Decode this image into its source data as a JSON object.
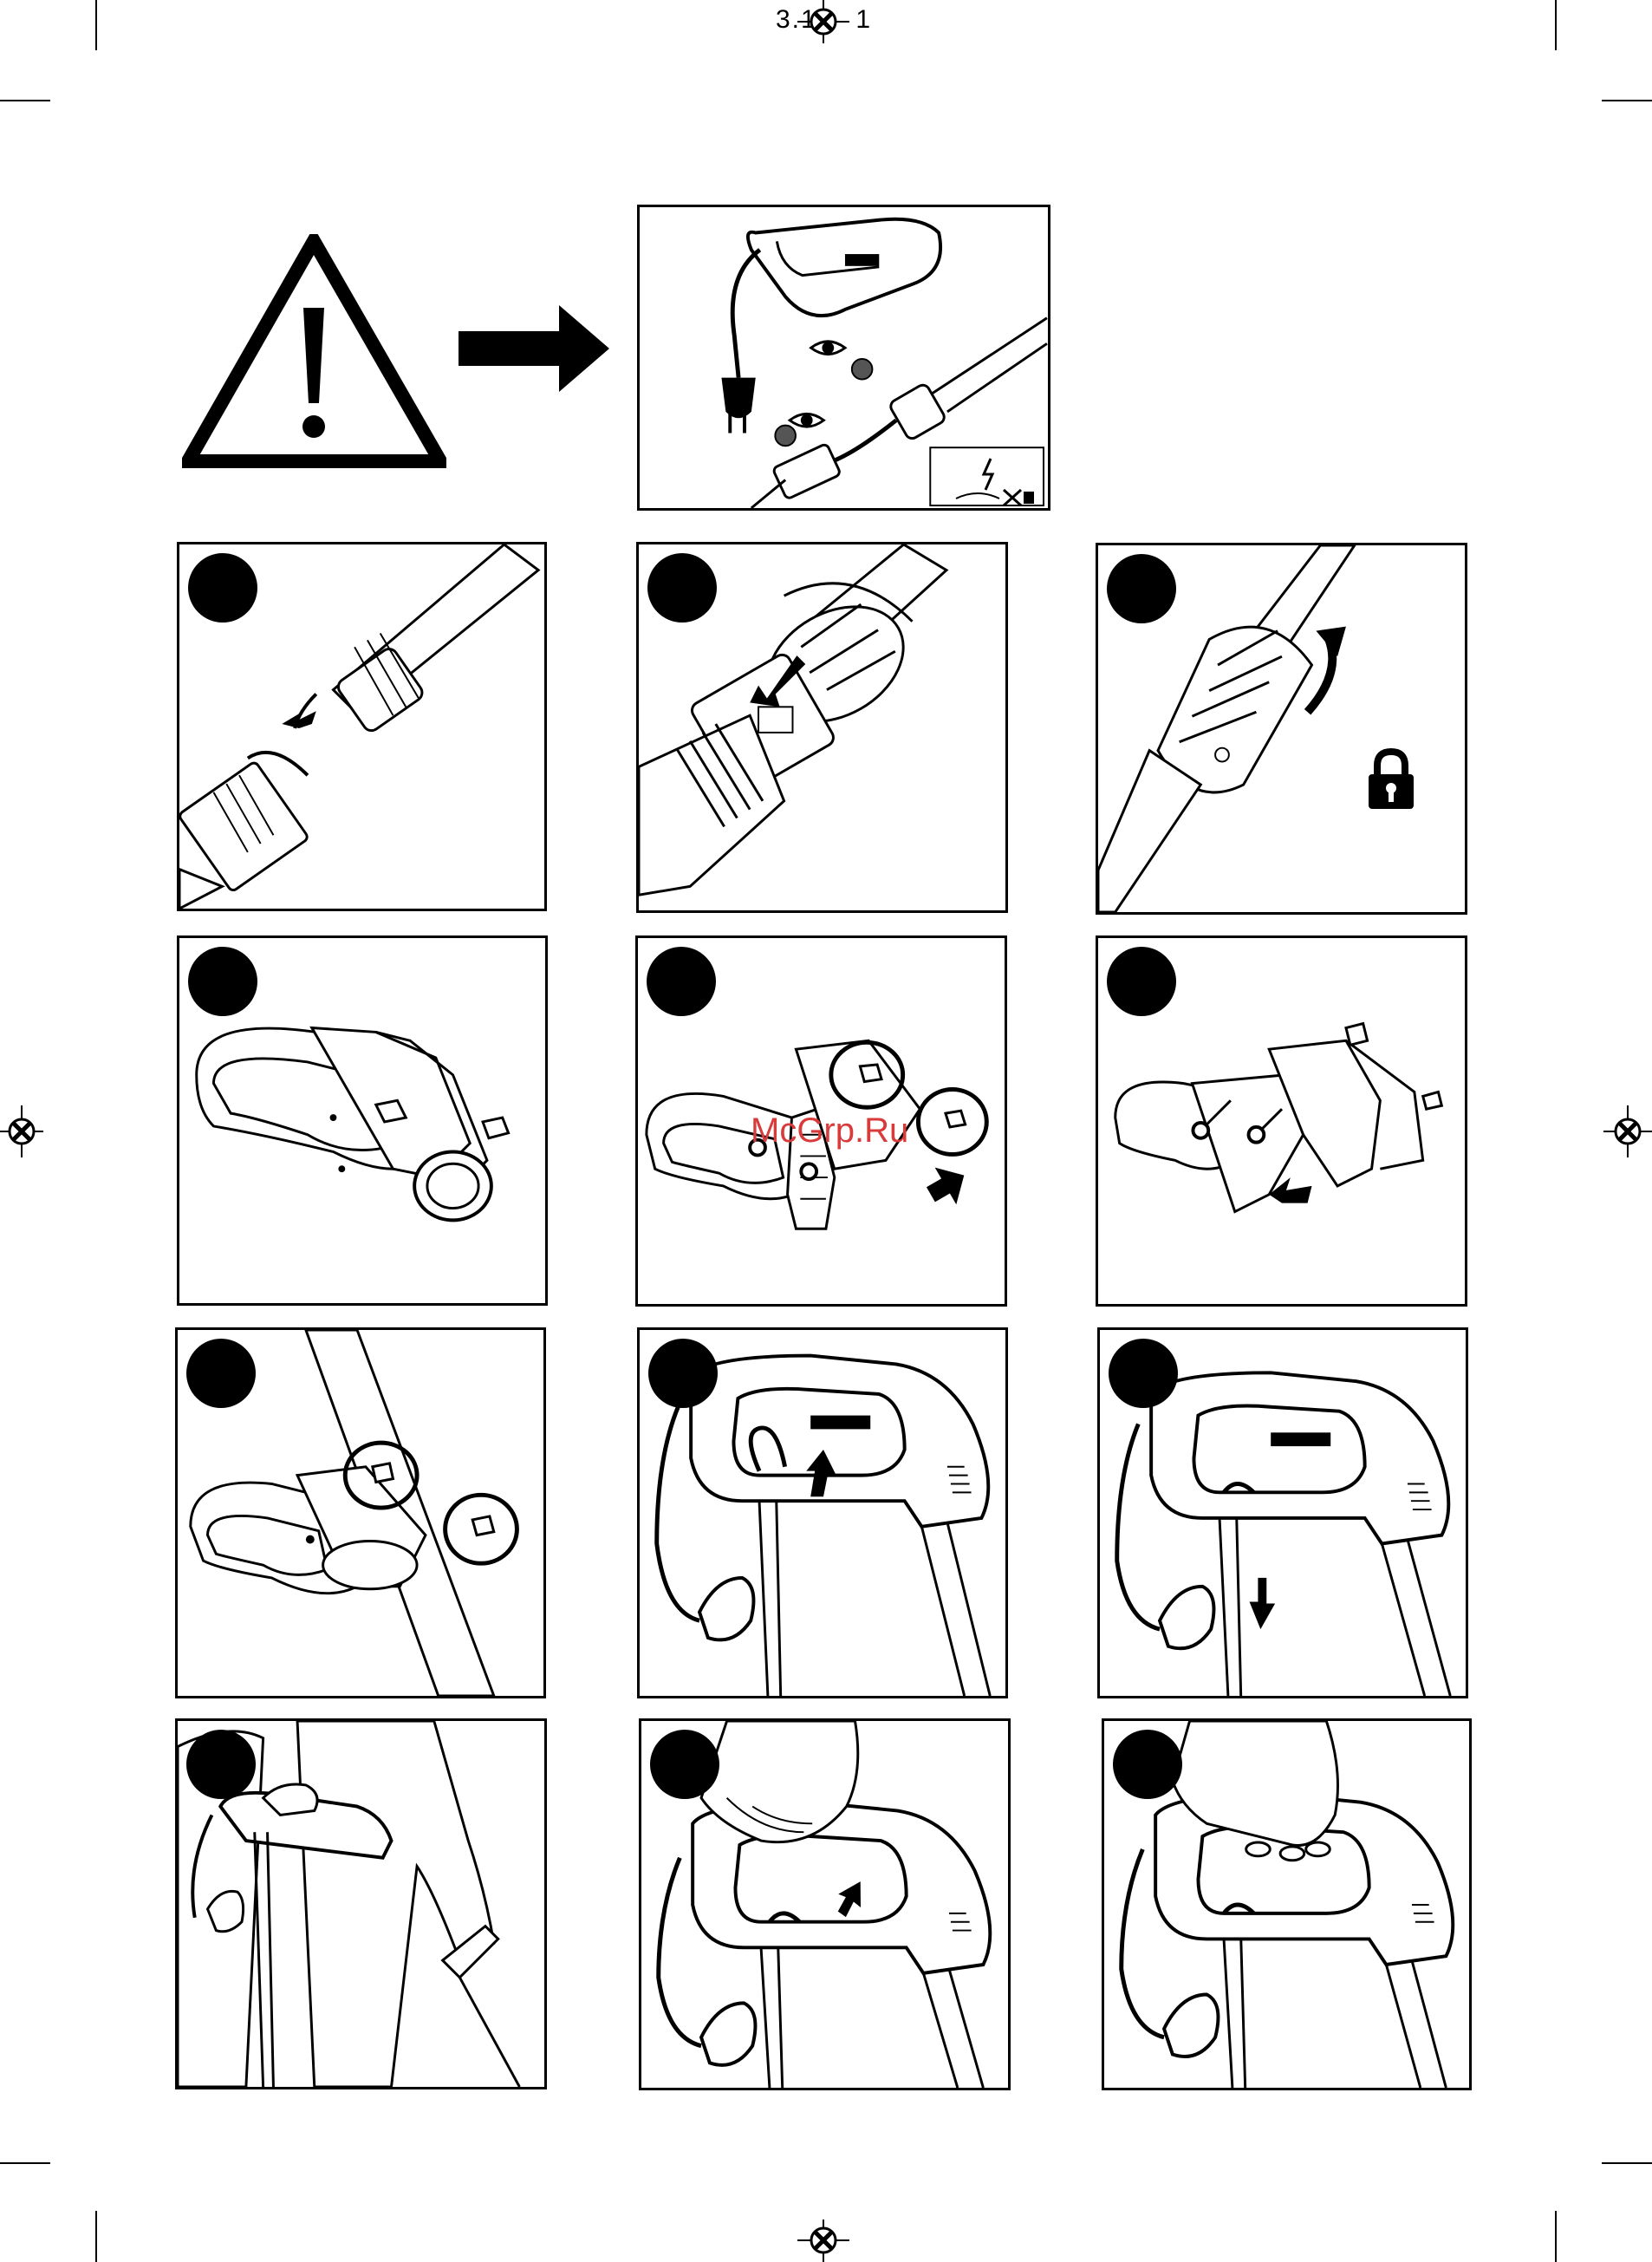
{
  "page": {
    "page_number": "3.1",
    "page_number_suffix": "1",
    "watermark": "McGrp.Ru"
  },
  "header": {
    "warning_icon": "warning-triangle-icon",
    "arrow_icon": "right-arrow-icon",
    "inspect_panel_icon": "inspect-cable-eye-icon",
    "electric_hazard_icon": "electric-hazard-icon"
  },
  "steps": [
    {
      "id": "step-1",
      "illustration": "connect-cable-plug"
    },
    {
      "id": "step-2",
      "illustration": "insert-plug-into-coupler"
    },
    {
      "id": "step-3",
      "illustration": "rotate-lock-coupler",
      "icon": "padlock-icon"
    },
    {
      "id": "step-4",
      "illustration": "handle-bracket-assembled"
    },
    {
      "id": "step-5",
      "illustration": "loosen-wing-screws"
    },
    {
      "id": "step-6",
      "illustration": "remove-bracket-screws"
    },
    {
      "id": "step-7",
      "illustration": "tighten-wing-screws"
    },
    {
      "id": "step-8",
      "illustration": "cable-strain-relief-up"
    },
    {
      "id": "step-9",
      "illustration": "cable-strain-relief-down"
    },
    {
      "id": "step-10",
      "illustration": "operator-holding-trimmer"
    },
    {
      "id": "step-11",
      "illustration": "press-safety-lock"
    },
    {
      "id": "step-12",
      "illustration": "squeeze-trigger"
    }
  ]
}
